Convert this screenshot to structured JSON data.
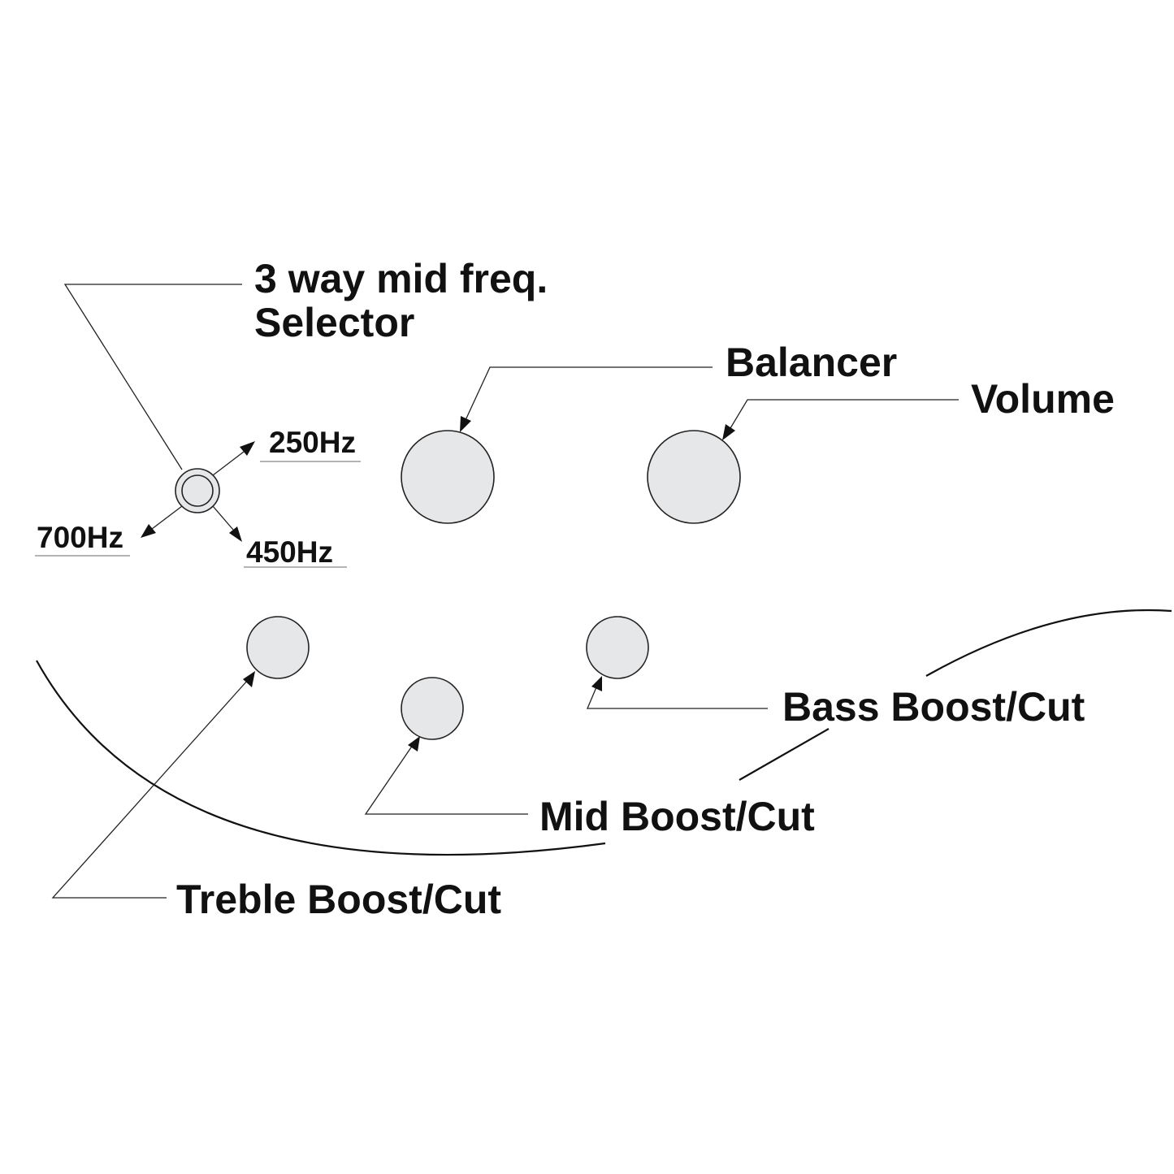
{
  "labels": {
    "selector_line1": "3 way mid freq.",
    "selector_line2": "Selector",
    "freq_250": "250Hz",
    "freq_700": "700Hz",
    "freq_450": "450Hz",
    "balancer": "Balancer",
    "volume": "Volume",
    "bass": "Bass Boost/Cut",
    "mid": "Mid Boost/Cut",
    "treble": "Treble Boost/Cut"
  },
  "colors": {
    "knob_fill": "#e6e7e8",
    "line": "#222222",
    "text": "#111111",
    "background": "#ffffff"
  }
}
